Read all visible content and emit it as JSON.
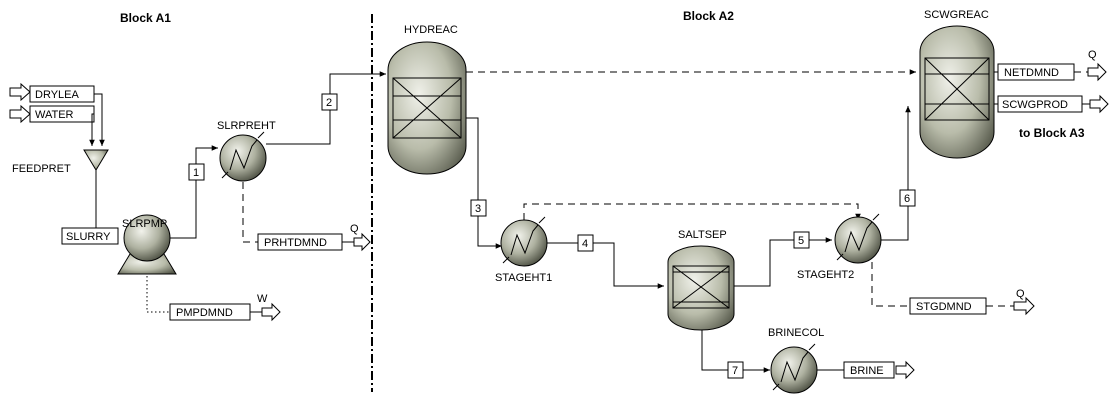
{
  "blocks": {
    "a1": "Block A1",
    "a2": "Block A2",
    "a3": "to Block A3"
  },
  "units": {
    "hydreac": "HYDREAC",
    "scwgreac": "SCWGREAC",
    "feedpret": "FEEDPRET",
    "slrpreht": "SLRPREHT",
    "slrpmp": "SLRPMP",
    "saltsep": "SALTSEP",
    "brinecol": "BRINECOL",
    "stageht1": "STAGEHT1",
    "stageht2": "STAGEHT2"
  },
  "streams": {
    "drylea": "DRYLEA",
    "water": "WATER",
    "slurry": "SLURRY",
    "s1": "1",
    "s2": "2",
    "s3": "3",
    "s4": "4",
    "s5": "5",
    "s6": "6",
    "s7": "7",
    "prhtdmnd": "PRHTDMND",
    "pmpdmnd": "PMPDMND",
    "netdmnd": "NETDMND",
    "scwgprod": "SCWGPROD",
    "stgdmnd": "STGDMND",
    "brine": "BRINE"
  },
  "duty_labels": {
    "q1": "Q",
    "q2": "Q",
    "q3": "Q",
    "w": "W"
  }
}
